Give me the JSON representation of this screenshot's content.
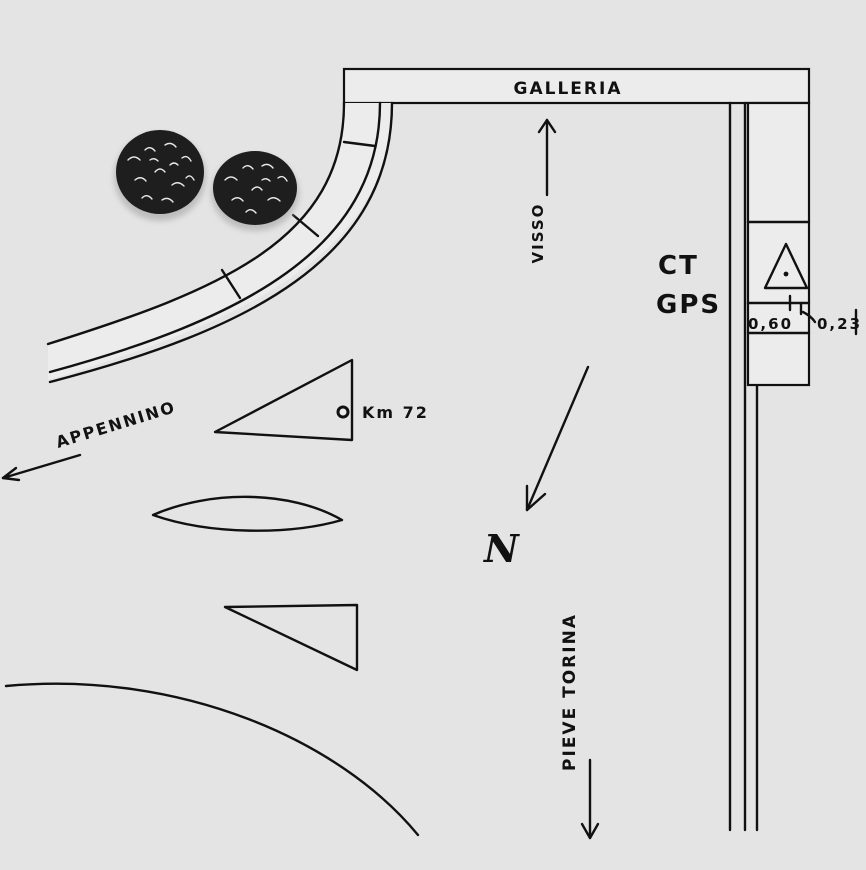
{
  "map": {
    "labels": {
      "galleria": "GALLERIA",
      "visso": "VISSO",
      "ct": "CT",
      "gps": "GPS",
      "dim_left": "0,60",
      "dim_right": "0,23",
      "appennino": "APPENNINO",
      "km": "Km 72",
      "north": "N",
      "pieve_torina": "PIEVE TORINA"
    }
  }
}
